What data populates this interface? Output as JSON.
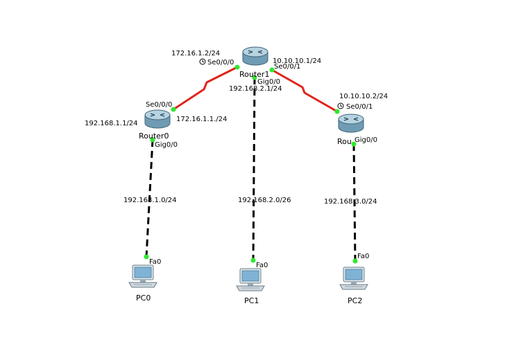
{
  "colors": {
    "serial_link": "#e0241b",
    "ethernet_link": "#000000",
    "port_up": "#2ee82e",
    "router_body": "#6f9bb3",
    "router_top": "#b7d3e2",
    "pc_screen": "#7fb3d6"
  },
  "devices": {
    "router0": {
      "name": "Router0",
      "icon": "router-icon"
    },
    "router1": {
      "name": "Router1",
      "icon": "router-icon"
    },
    "router2": {
      "name": "Rou",
      "icon": "router-icon"
    },
    "pc0": {
      "name": "PC0",
      "icon": "pc-icon"
    },
    "pc1": {
      "name": "PC1",
      "icon": "pc-icon"
    },
    "pc2": {
      "name": "PC2",
      "icon": "pc-icon"
    }
  },
  "labels": {
    "r1_se000_ip": "172.16.1.2/24",
    "r1_se000_if": "Se0/0/0",
    "r1_se001_ip": "10.10.10.1/24",
    "r1_se001_if": "Se0/0/1",
    "r1_gig_if": "Gig0/0",
    "r1_gig_ip": "192.168.2.1/24",
    "r0_se000_if": "Se0/0/0",
    "r0_se000_ip": "172.16.1.1./24",
    "r0_gig_ip": "192.168.1.1/24",
    "r0_gig_if": "Gig0/0",
    "r2_se001_ip": "10.10.10.2/24",
    "r2_se001_if": "Se0/0/1",
    "r2_gig_if": "Gig0/0",
    "lan1_network": "192.168.1.0/24",
    "lan2_network": "192.168.2.0/26",
    "lan3_network": "192.168.3.0/24",
    "pc0_if": "Fa0",
    "pc1_if": "Fa0",
    "pc2_if": "Fa0"
  }
}
